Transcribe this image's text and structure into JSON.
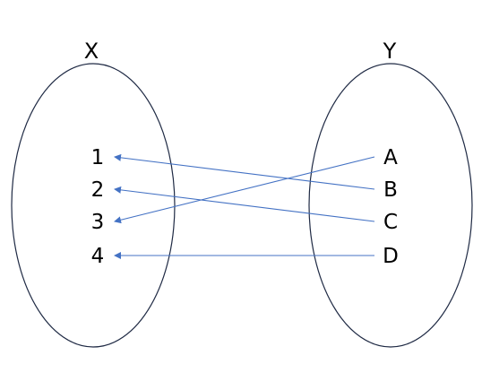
{
  "sets": {
    "domain": {
      "label": "X",
      "elements": [
        "1",
        "2",
        "3",
        "4"
      ]
    },
    "codomain": {
      "label": "Y",
      "elements": [
        "A",
        "B",
        "C",
        "D"
      ]
    }
  },
  "mappings": [
    {
      "from": "A",
      "to": "3"
    },
    {
      "from": "B",
      "to": "1"
    },
    {
      "from": "C",
      "to": "2"
    },
    {
      "from": "D",
      "to": "4"
    }
  ],
  "colors": {
    "arrow": "#4472c4",
    "ellipse": "#1f2a44",
    "text": "#000000"
  }
}
